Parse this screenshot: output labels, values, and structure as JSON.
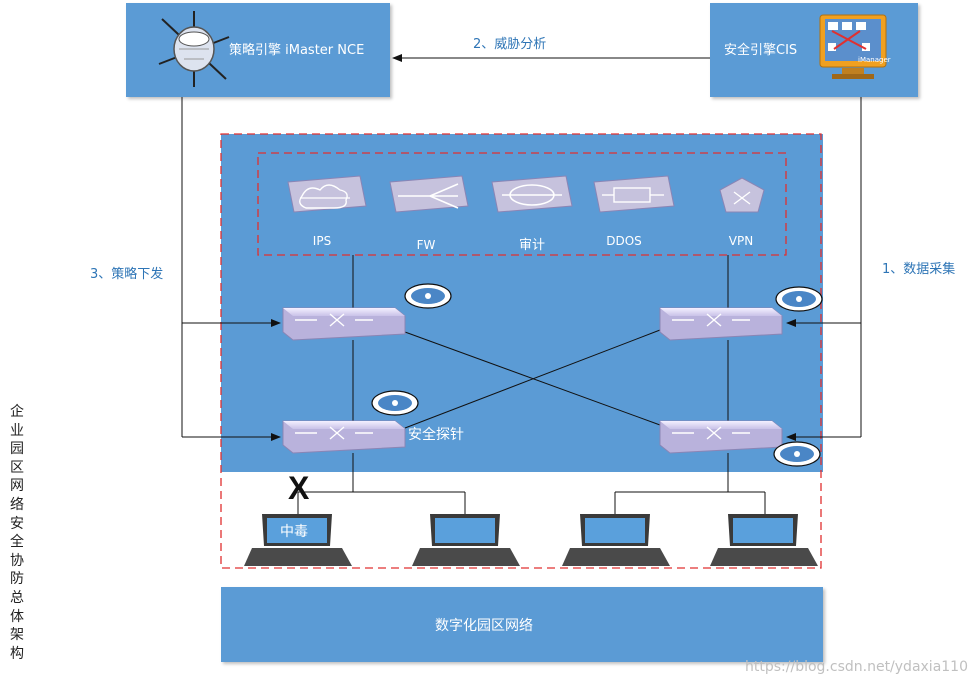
{
  "engines": {
    "policy": "策略引擎 iMaster NCE",
    "security": "安全引擎CIS",
    "manager_caption": "iManager"
  },
  "flows": {
    "threat_analysis": "2、威胁分析",
    "data_collection": "1、数据采集",
    "policy_push": "3、策略下发"
  },
  "security_pool": [
    "IPS",
    "FW",
    "审计",
    "DDOS",
    "VPN"
  ],
  "probe_label": "安全探针",
  "infected_label": "中毒",
  "blocked_mark": "X",
  "campus_network": "数字化园区网络",
  "side_title": "企业园区网络安全协防总体架构",
  "watermark": "https://blog.csdn.net/ydaxia110",
  "colors": {
    "box_blue": "#5b9bd5",
    "label_blue": "#2e75b6",
    "dash_red": "#e03030"
  }
}
